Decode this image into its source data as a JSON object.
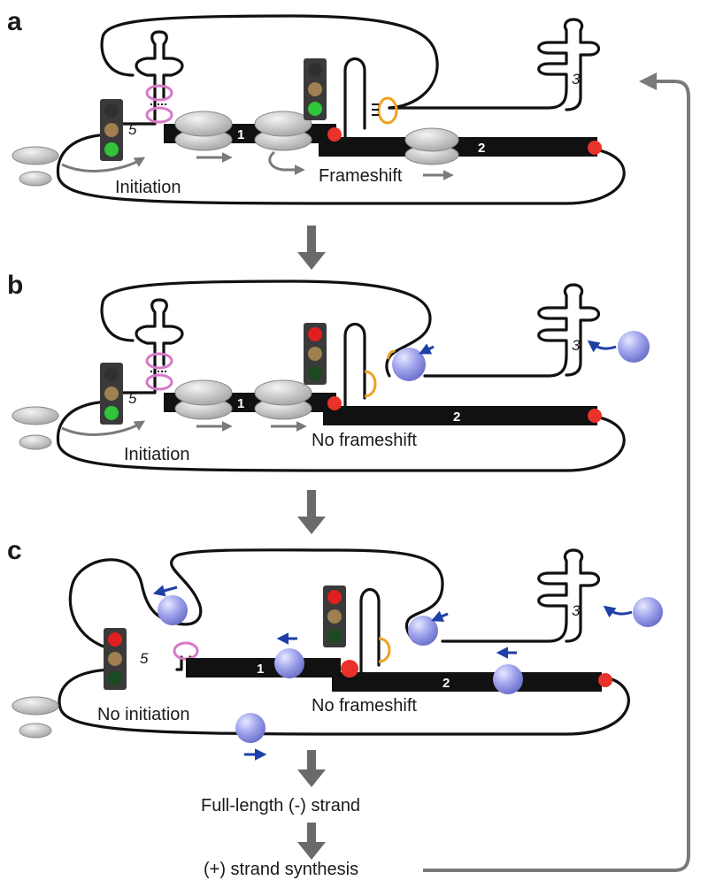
{
  "panels": {
    "a": {
      "letter": "a",
      "initiation_label": "Initiation",
      "frameshift_label": "Frameshift",
      "orf1_label": "1",
      "orf2_label": "2",
      "five_prime": "5",
      "three_prime": "3"
    },
    "b": {
      "letter": "b",
      "initiation_label": "Initiation",
      "frameshift_label": "No frameshift",
      "orf1_label": "1",
      "orf2_label": "2",
      "five_prime": "5",
      "three_prime": "3"
    },
    "c": {
      "letter": "c",
      "initiation_label": "No initiation",
      "frameshift_label": "No frameshift",
      "orf1_label": "1",
      "orf2_label": "2",
      "five_prime": "5",
      "three_prime": "3"
    }
  },
  "flow": {
    "step1": "Full-length (-) strand",
    "step2": "(+) strand synthesis"
  },
  "colors": {
    "rna": "#111111",
    "orf": "#111111",
    "ribosome": "#c8c8c8",
    "stop_codon": "#e8322a",
    "pink_loop": "#d878c8",
    "orange_loop": "#f0a020",
    "replicase": "#8a8fe0",
    "blue_arrow": "#1f3fa8",
    "grey_arrow": "#7a7a7a",
    "light_green": "#2fc43a",
    "light_red": "#e02020",
    "light_amber": "#a08050",
    "light_dark": "#303030"
  },
  "icons": {
    "traffic_light": "traffic-light-icon",
    "ribosome": "ribosome-icon",
    "replicase": "replicase-icon",
    "stop_codon": "stop-codon-icon"
  }
}
